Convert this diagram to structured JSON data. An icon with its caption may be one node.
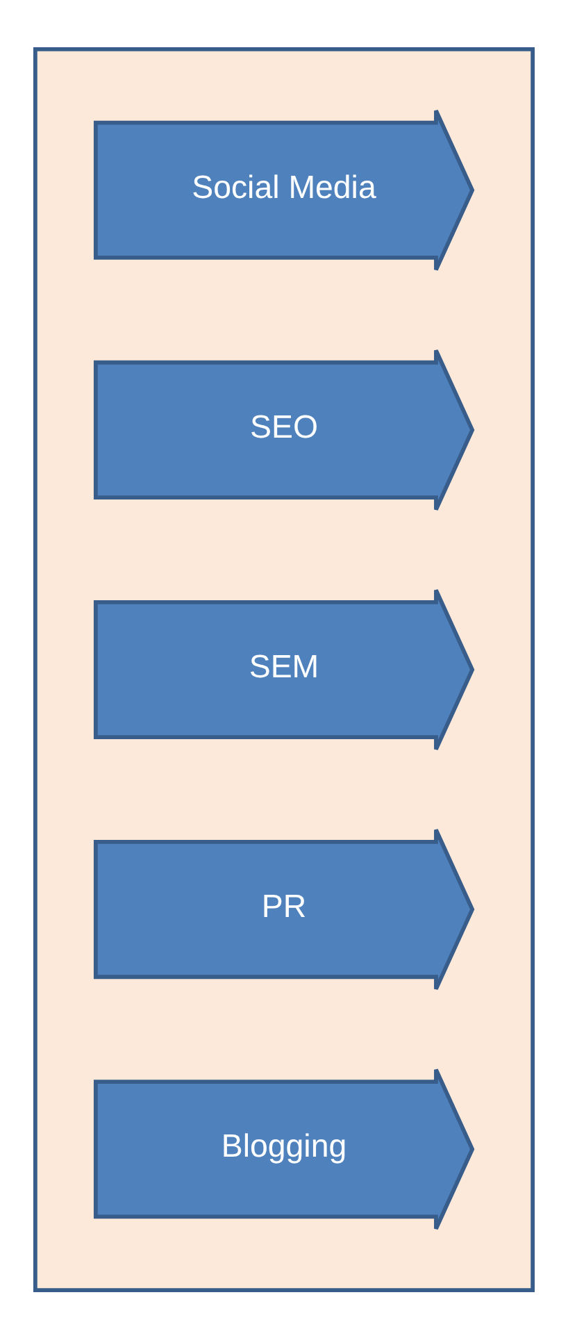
{
  "diagram": {
    "nodes": [
      {
        "text": [],
        "shape": "box"
      },
      {
        "text": [
          "Social Media"
        ],
        "in": 0
      },
      {
        "text": [
          "SEO"
        ],
        "in": 0
      },
      {
        "text": [
          "SEM"
        ],
        "in": 0
      },
      {
        "text": [
          "PR"
        ],
        "in": 0
      },
      {
        "text": [
          "Blogging"
        ],
        "in": 0
      }
    ],
    "edges": []
  }
}
